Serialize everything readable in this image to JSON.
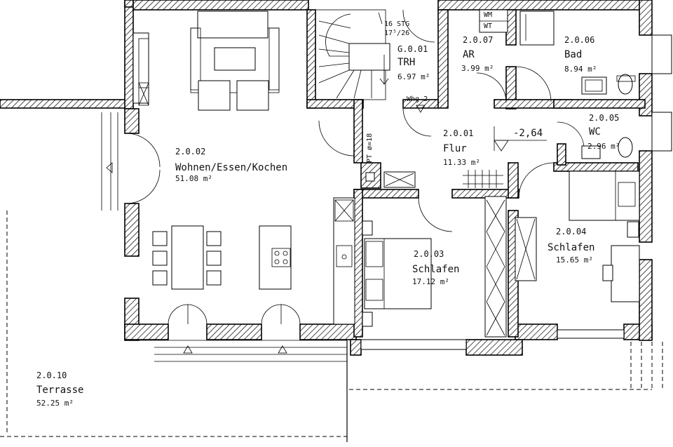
{
  "rooms": [
    {
      "number": "2.0.02",
      "name": "Wohnen/Essen/Kochen",
      "area": "51.08 m²"
    },
    {
      "number": "G.0.01",
      "name": "TRH",
      "area": "6.97 m²"
    },
    {
      "number": "2.0.07",
      "name": "AR",
      "area": "3.99 m²"
    },
    {
      "number": "2.0.06",
      "name": "Bad",
      "area": "8.94 m²"
    },
    {
      "number": "2.0.05",
      "name": "WC",
      "area": "2.96 m²"
    },
    {
      "number": "2.0.01",
      "name": "Flur",
      "area": "11.33 m²"
    },
    {
      "number": "2.0.03",
      "name": "Schlafen",
      "area": "17.12 m²"
    },
    {
      "number": "2.0.04",
      "name": "Schlafen",
      "area": "15.65 m²"
    },
    {
      "number": "2.0.10",
      "name": "Terrasse",
      "area": "52.25 m²"
    }
  ],
  "annotations": {
    "stairs_steps": "16 STG",
    "stairs_ratio": "17⁵/26",
    "apartment": "Whg 2",
    "level": "-2,64",
    "chimney": "PT ø=18",
    "washer": "WM",
    "dryer": "WT"
  },
  "colors": {
    "line": "#000000",
    "background": "#ffffff"
  }
}
